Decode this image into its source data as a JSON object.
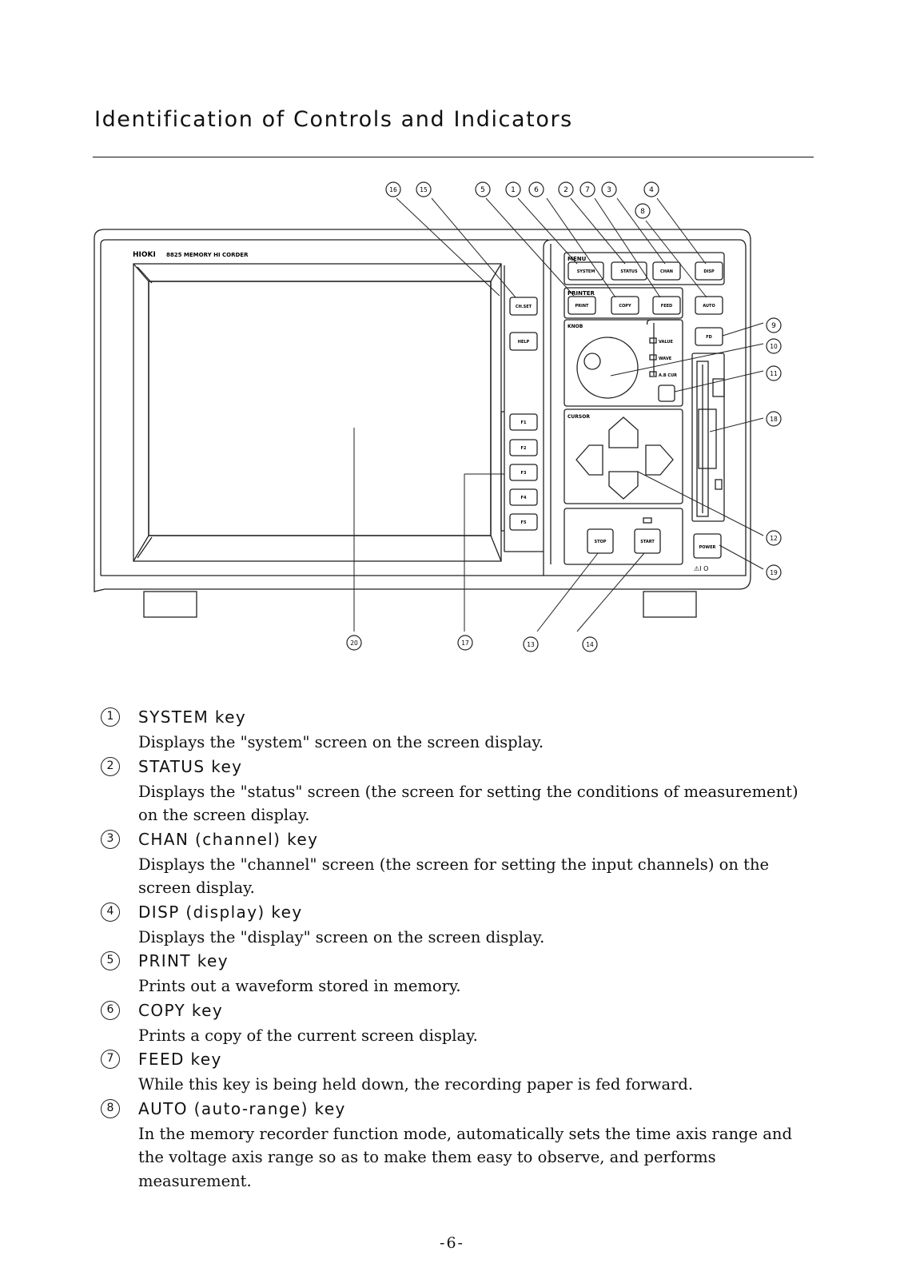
{
  "page": {
    "title": "Identification of Controls and Indicators",
    "page_number": "-6-"
  },
  "figure": {
    "brand": "HIOKI",
    "model_text": "8825 MEMORY HI CORDER",
    "panel_labels": {
      "menu": "MENU",
      "printer": "PRINTER",
      "knob": "KNOB",
      "cursor": "CURSOR",
      "value": "VALUE",
      "wave": "WAVE",
      "ab_cur": "A.B CUR"
    },
    "key_labels": {
      "system": "SYSTEM",
      "status": "STATUS",
      "chan": "CHAN",
      "disp": "DISP",
      "print": "PRINT",
      "copy": "COPY",
      "feed": "FEED",
      "auto": "AUTO",
      "fd": "FD",
      "chset": "CH.SET",
      "help": "HELP",
      "f1": "F1",
      "f2": "F2",
      "f3": "F3",
      "f4": "F4",
      "f5": "F5",
      "stop": "STOP",
      "start": "START",
      "power": "POWER",
      "power_marks": "⚠I O"
    },
    "callouts": {
      "c1": "1",
      "c2": "2",
      "c3": "3",
      "c4": "4",
      "c5": "5",
      "c6": "6",
      "c7": "7",
      "c8": "8",
      "c9": "9",
      "c10": "10",
      "c11": "11",
      "c12": "12",
      "c13": "13",
      "c14": "14",
      "c15": "15",
      "c16": "16",
      "c17": "17",
      "c18": "18",
      "c19": "19",
      "c20": "20"
    }
  },
  "items": [
    {
      "num": "1",
      "name": "SYSTEM key",
      "desc": "Displays the \"system\" screen on the screen display."
    },
    {
      "num": "2",
      "name": "STATUS key",
      "desc": "Displays the \"status\" screen (the screen for setting the conditions of measurement) on the screen display."
    },
    {
      "num": "3",
      "name": "CHAN (channel) key",
      "desc": "Displays the \"channel\" screen (the screen for setting the input channels) on the screen display."
    },
    {
      "num": "4",
      "name": "DISP (display) key",
      "desc": "Displays the \"display\" screen on the screen display."
    },
    {
      "num": "5",
      "name": "PRINT key",
      "desc": "Prints out a waveform stored in memory."
    },
    {
      "num": "6",
      "name": "COPY key",
      "desc": "Prints a copy of the current screen display."
    },
    {
      "num": "7",
      "name": "FEED key",
      "desc": "While this key is being held down, the recording paper is fed forward."
    },
    {
      "num": "8",
      "name": "AUTO (auto-range) key",
      "desc": "In the memory recorder function mode, automatically sets the time axis range and the voltage axis range so as to make them easy to observe, and performs measurement."
    }
  ]
}
